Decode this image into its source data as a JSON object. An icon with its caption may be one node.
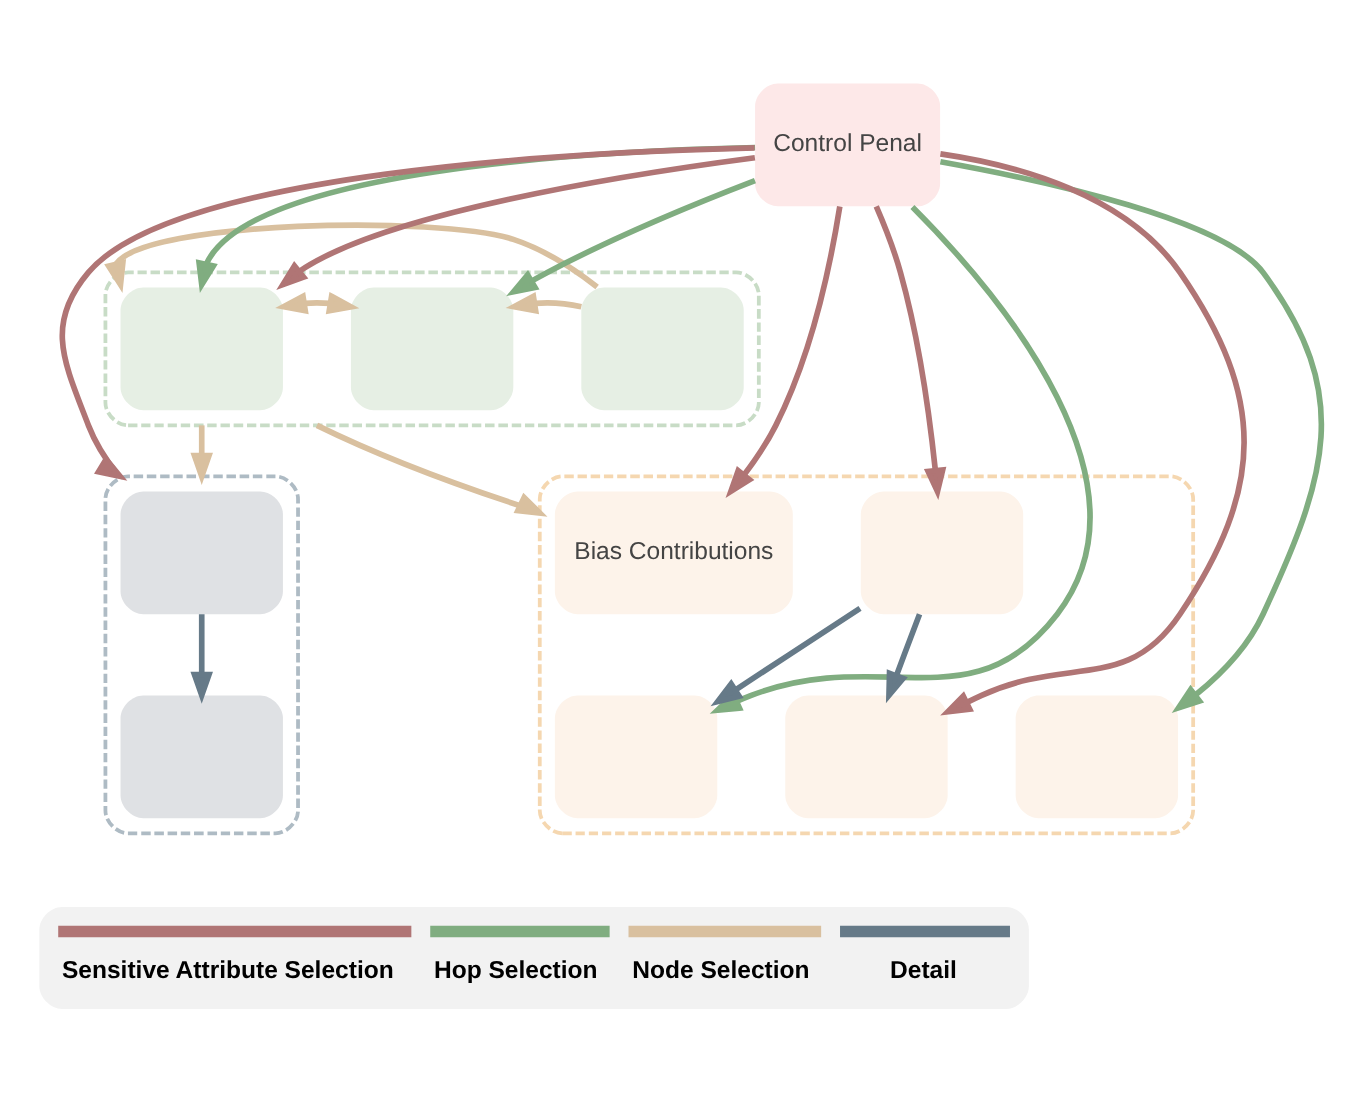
{
  "diagram": {
    "nodes": [
      {
        "text": [],
        "shape": "box"
      },
      {
        "text": [
          "Control Penal"
        ]
      },
      {
        "text": [],
        "shape": "box",
        "in": 0
      },
      {
        "text": [],
        "shape": "box",
        "in": 0
      },
      {
        "text": [],
        "shape": "box",
        "in": 0
      },
      {
        "text": [],
        "shape": "box"
      },
      {
        "text": [],
        "shape": "box",
        "in": 5
      },
      {
        "text": [],
        "shape": "box",
        "in": 5
      },
      {
        "text": [],
        "shape": "box"
      },
      {
        "text": [
          "Bias Contributions"
        ],
        "in": 8
      },
      {
        "text": [],
        "shape": "box",
        "in": 8
      },
      {
        "text": [],
        "shape": "box",
        "in": 8
      },
      {
        "text": [],
        "shape": "box",
        "in": 8
      },
      {
        "text": [],
        "shape": "box",
        "in": 8
      }
    ],
    "edges": [
      {
        "from": 1,
        "to": 2,
        "arrow": "to",
        "color": "#b07575"
      },
      {
        "from": 2,
        "to": 3,
        "arrow": "both",
        "color": "#d9c09f"
      },
      {
        "from": 4,
        "to": 3,
        "arrow": "to",
        "color": "#d9c09f"
      },
      {
        "from": 1,
        "to": 2,
        "arrow": "to",
        "color": "#80ad80"
      },
      {
        "from": 1,
        "to": 3,
        "arrow": "to",
        "color": "#80ad80"
      },
      {
        "from": 4,
        "to": 2,
        "arrow": "to",
        "color": "#d9c09f"
      },
      {
        "from": 0,
        "to": 5,
        "arrow": "to",
        "color": "#d9c09f"
      },
      {
        "from": 1,
        "to": 5,
        "arrow": "to",
        "color": "#b07575"
      },
      {
        "from": 1,
        "to": 9,
        "arrow": "to",
        "color": "#b07575"
      },
      {
        "from": 1,
        "to": 10,
        "arrow": "to",
        "color": "#b07575"
      },
      {
        "from": 6,
        "to": 7,
        "arrow": "to",
        "color": "#667a88"
      },
      {
        "from": 10,
        "to": 12,
        "arrow": "to",
        "color": "#667a88"
      },
      {
        "from": 10,
        "to": 13,
        "arrow": "to",
        "color": "#667a88"
      },
      {
        "from": 0,
        "to": 8,
        "arrow": "to",
        "color": "#d9c09f"
      },
      {
        "from": 1,
        "to": 12,
        "arrow": "to",
        "color": "#b07575"
      },
      {
        "from": 1,
        "to": 11,
        "arrow": "to",
        "color": "#80ad80"
      },
      {
        "from": 1,
        "to": 13,
        "arrow": "to",
        "color": "#80ad80"
      }
    ],
    "legend": [
      {
        "text": "Sensitive Attribute Selection",
        "color": "#b07575"
      },
      {
        "text": "Hop Selection",
        "color": "#80ad80"
      },
      {
        "text": "Node Selection",
        "color": "#d9c09f"
      },
      {
        "text": "Detail",
        "color": "#667a88"
      }
    ]
  }
}
